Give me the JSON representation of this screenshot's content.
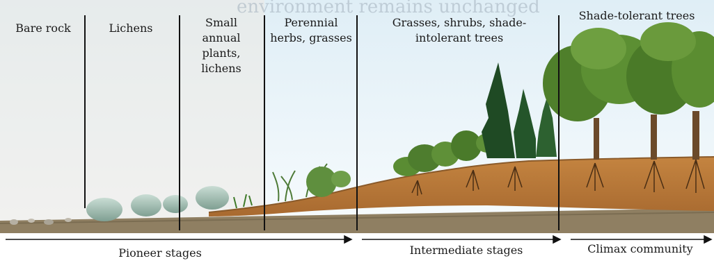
{
  "header_faded_text": "environment remains unchanged",
  "columns": [
    {
      "label": "Bare rock"
    },
    {
      "label": "Lichens"
    },
    {
      "label": "Small annual plants, lichens"
    },
    {
      "label": "Perennial herbs, grasses"
    },
    {
      "label": "Grasses, shrubs, shade-intolerant trees"
    },
    {
      "label": "Shade-tolerant trees"
    }
  ],
  "stages": [
    {
      "label": "Pioneer stages"
    },
    {
      "label": "Intermediate stages"
    },
    {
      "label": "Climax community"
    }
  ],
  "colors": {
    "sky": "#e9f3f8",
    "soil": "#c98a4a",
    "bedrock": "#8f7f62",
    "divider": "#111111",
    "foliage": "#4e7d2e",
    "conifer": "#1f4a24",
    "rock": "#a8c4b8"
  }
}
